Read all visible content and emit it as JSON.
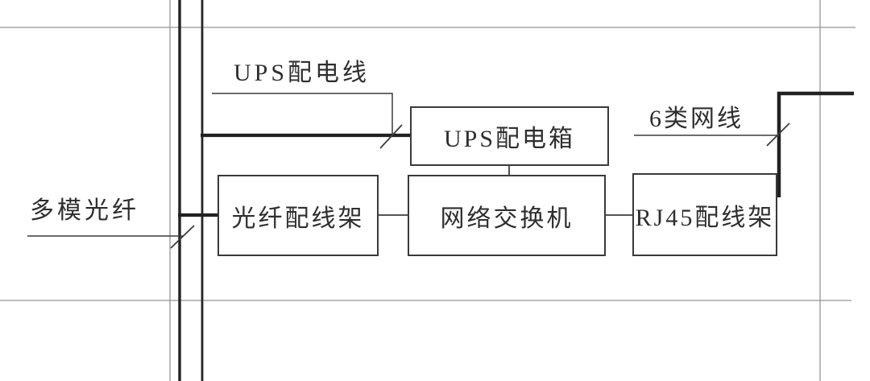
{
  "diagram": {
    "boxes": {
      "ups_distribution_box": {
        "label": "UPS配电箱"
      },
      "fiber_patch_panel": {
        "label": "光纤配线架"
      },
      "network_switch": {
        "label": "网络交换机"
      },
      "rj45_patch_panel": {
        "label": "RJ45配线架"
      }
    },
    "cable_labels": {
      "ups_power_line": {
        "label": "UPS配电线"
      },
      "cat6_cable": {
        "label": "6类网线"
      },
      "multimode_fiber": {
        "label": "多模光纤"
      }
    },
    "colors": {
      "background": "#ffffff",
      "diagram_line": "#2e2e2e",
      "thick_cable": "#222222",
      "grid_line": "#949494",
      "text": "#2e2e2e"
    }
  }
}
